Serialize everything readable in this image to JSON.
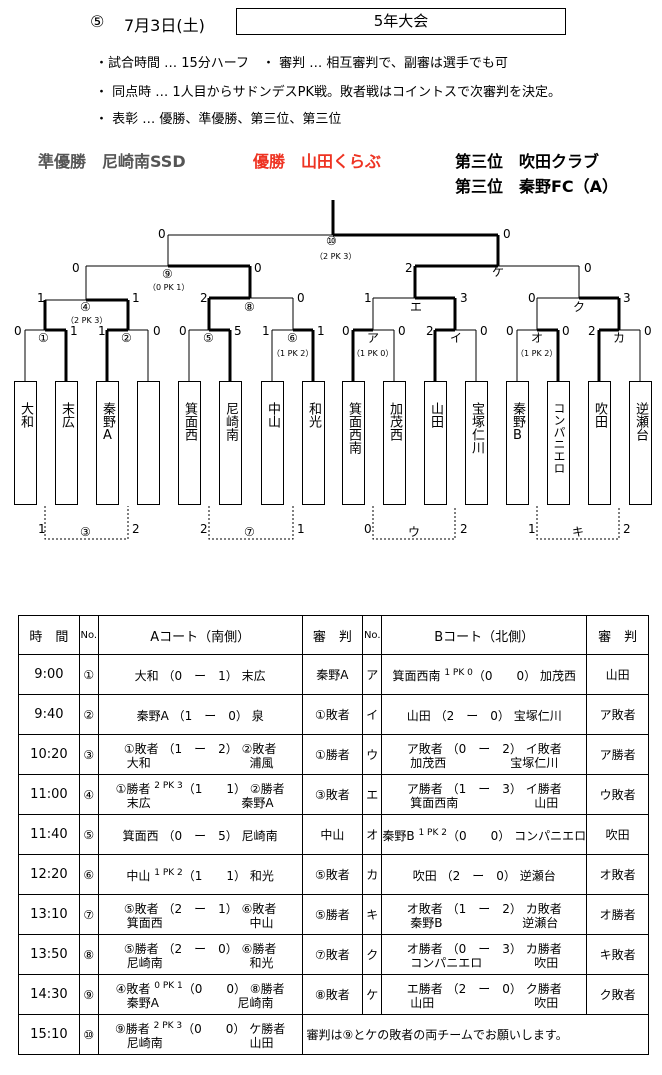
{
  "header": {
    "number": "⑤",
    "date": "7月3日(土)",
    "title": "5年大会"
  },
  "rules": [
    "・試合時間 … 15分ハーフ　・ 審判 … 相互審判で、副審は選手でも可",
    "・ 同点時 … 1人目からサドンデスPK戦。敗者戦はコイントスで次審判を決定。",
    "・ 表彰 … 優勝、準優勝、第三位、第三位"
  ],
  "results": {
    "runner_up": "準優勝　尼崎南SSD",
    "winner": "優勝　山田くらぶ",
    "third1": "第三位　吹田クラブ",
    "third2": "第三位　秦野FC（A）"
  },
  "teams": [
    "大和",
    "末広",
    "秦野A",
    "",
    "箕面西",
    "尼崎南",
    "中山",
    "和光",
    "箕面西南",
    "加茂西",
    "山田",
    "宝塚仁川",
    "秦野B",
    "コンパニエロ",
    "吹田",
    "逆瀬台"
  ],
  "labels": {
    "m1": "①",
    "m2": "②",
    "m3": "③",
    "m4": "④",
    "m5": "⑤",
    "m6": "⑥",
    "m7": "⑦",
    "m8": "⑧",
    "m9": "⑨",
    "m10": "⑩",
    "a": "ア",
    "i": "イ",
    "u": "ウ",
    "e": "エ",
    "o": "オ",
    "ka": "カ",
    "ki": "キ",
    "ku": "ク",
    "ke": "ケ",
    "pk10": "（2 PK 3）",
    "pk9": "（0 PK 1）",
    "pk4": "（2 PK 3）",
    "pk6": "（1 PK 2）",
    "pka": "（1 PK 0）",
    "pko": "（1 PK 2）",
    "s0": "0",
    "s1": "1",
    "s2": "2",
    "s3": "3",
    "s5": "5"
  },
  "schedule": {
    "headers": [
      "時　間",
      "No.",
      "Aコート（南側）",
      "審　判",
      "No.",
      "Bコート（北側）",
      "審　判"
    ],
    "rows": [
      {
        "time": "9:00",
        "na": "①",
        "a1": "大和",
        "ap": "",
        "asc": "（0　ー　1）",
        "a2": "末広",
        "as1": "",
        "as2": "",
        "ra": "秦野A",
        "nb": "ア",
        "b1": "箕面西南",
        "bp": "1 PK 0",
        "bsc": "（0　　0）",
        "b2": "加茂西",
        "bs1": "",
        "bs2": "",
        "rb": "山田"
      },
      {
        "time": "9:40",
        "na": "②",
        "a1": "秦野A",
        "ap": "",
        "asc": "（1　ー　0）",
        "a2": "泉",
        "as1": "",
        "as2": "",
        "ra": "①敗者",
        "nb": "イ",
        "b1": "山田",
        "bp": "",
        "bsc": "（2　ー　0）",
        "b2": "宝塚仁川",
        "bs1": "",
        "bs2": "",
        "rb": "ア敗者"
      },
      {
        "time": "10:20",
        "na": "③",
        "a1": "①敗者",
        "ap": "",
        "asc": "（1　ー　2）",
        "a2": "②敗者",
        "as1": "大和",
        "as2": "浦風",
        "ra": "①勝者",
        "nb": "ウ",
        "b1": "ア敗者",
        "bp": "",
        "bsc": "（0　ー　2）",
        "b2": "イ敗者",
        "bs1": "加茂西",
        "bs2": "宝塚仁川",
        "rb": "ア勝者"
      },
      {
        "time": "11:00",
        "na": "④",
        "a1": "①勝者",
        "ap": "2 PK 3",
        "asc": "（1　　1）",
        "a2": "②勝者",
        "as1": "末広",
        "as2": "秦野A",
        "ra": "③敗者",
        "nb": "エ",
        "b1": "ア勝者",
        "bp": "",
        "bsc": "（1　ー　3）",
        "b2": "イ勝者",
        "bs1": "箕面西南",
        "bs2": "山田",
        "rb": "ウ敗者"
      },
      {
        "time": "11:40",
        "na": "⑤",
        "a1": "箕面西",
        "ap": "",
        "asc": "（0　ー　5）",
        "a2": "尼崎南",
        "as1": "",
        "as2": "",
        "ra": "中山",
        "nb": "オ",
        "b1": "秦野B",
        "bp": "1 PK 2",
        "bsc": "（0　　0）",
        "b2": "コンパニエロ",
        "bs1": "",
        "bs2": "",
        "rb": "吹田"
      },
      {
        "time": "12:20",
        "na": "⑥",
        "a1": "中山",
        "ap": "1 PK 2",
        "asc": "（1　　1）",
        "a2": "和光",
        "as1": "",
        "as2": "",
        "ra": "⑤敗者",
        "nb": "カ",
        "b1": "吹田",
        "bp": "",
        "bsc": "（2　ー　0）",
        "b2": "逆瀬台",
        "bs1": "",
        "bs2": "",
        "rb": "オ敗者"
      },
      {
        "time": "13:10",
        "na": "⑦",
        "a1": "⑤敗者",
        "ap": "",
        "asc": "（2　ー　1）",
        "a2": "⑥敗者",
        "as1": "箕面西",
        "as2": "中山",
        "ra": "⑤勝者",
        "nb": "キ",
        "b1": "オ敗者",
        "bp": "",
        "bsc": "（1　ー　2）",
        "b2": "カ敗者",
        "bs1": "秦野B",
        "bs2": "逆瀬台",
        "rb": "オ勝者"
      },
      {
        "time": "13:50",
        "na": "⑧",
        "a1": "⑤勝者",
        "ap": "",
        "asc": "（2　ー　0）",
        "a2": "⑥勝者",
        "as1": "尼崎南",
        "as2": "和光",
        "ra": "⑦敗者",
        "nb": "ク",
        "b1": "オ勝者",
        "bp": "",
        "bsc": "（0　ー　3）",
        "b2": "カ勝者",
        "bs1": "コンパニエロ",
        "bs2": "吹田",
        "rb": "キ敗者"
      },
      {
        "time": "14:30",
        "na": "⑨",
        "a1": "④敗者",
        "ap": "0 PK 1",
        "asc": "（0　　0）",
        "a2": "⑧勝者",
        "as1": "秦野A",
        "as2": "尼崎南",
        "ra": "⑧敗者",
        "nb": "ケ",
        "b1": "エ勝者",
        "bp": "",
        "bsc": "（2　ー　0）",
        "b2": "ク勝者",
        "bs1": "山田",
        "bs2": "吹田",
        "rb": "ク敗者"
      },
      {
        "time": "15:10",
        "na": "⑩",
        "a1": "⑨勝者",
        "ap": "2 PK 3",
        "asc": "（0　　0）",
        "a2": "ケ勝者",
        "as1": "尼崎南",
        "as2": "山田",
        "note": "審判は⑨とケの敗者の両チームでお願いします。"
      }
    ]
  }
}
